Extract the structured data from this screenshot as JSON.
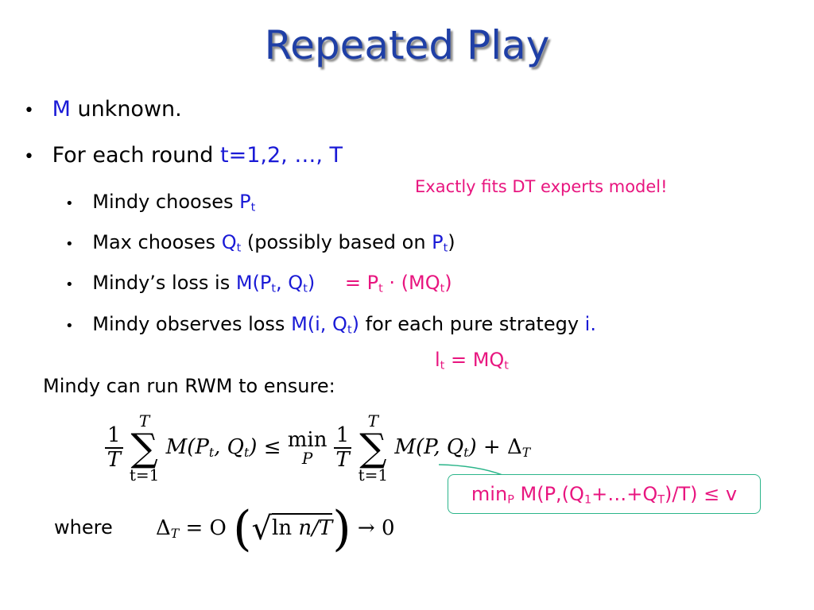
{
  "title": "Repeated Play",
  "bullets": {
    "b1": {
      "var": "M",
      "text": " unknown."
    },
    "b2": {
      "text": "For each round ",
      "expr": "t=1,2, …, T"
    },
    "sub1": {
      "text": "Mindy chooses ",
      "var": "P",
      "sub": "t"
    },
    "sub2": {
      "text": "Max chooses ",
      "var": "Q",
      "sub": "t",
      "mid": " (possibly based on  ",
      "var2": "P",
      "sub2": "t",
      "end": ")"
    },
    "sub3": {
      "text": "Mindy’s loss is ",
      "expr": "M(P",
      "sub": "t",
      "comma": ", Q",
      "sub2": "t",
      "close": ")",
      "eq": "=  P",
      "eqsub": "t",
      "dot": " · (MQ",
      "eqsub2": "t",
      "eqclose": ")"
    },
    "sub4": {
      "text": "Mindy observes loss ",
      "expr": "M(i, Q",
      "sub": "t",
      "close": ")",
      "mid": " for each pure strategy ",
      "i": "i",
      "period": "."
    }
  },
  "annotation": "Exactly fits DT experts model!",
  "lt_eq": {
    "l": "l",
    "sub": "t",
    "rest": " =  MQ",
    "sub2": "t"
  },
  "rwm_line": "Mindy can  run RWM to ensure:",
  "where": "where",
  "box": {
    "min": "min",
    "minsub": "P",
    "body": " M(P,(Q",
    "s1": "1",
    "mid": "+…+Q",
    "s2": "T",
    "tail": ")/T) ",
    "le": "≤",
    "v": " v"
  },
  "formula1": {
    "one": "1",
    "T": "T",
    "sum_top": "T",
    "sum_bot": "t=1",
    "term1": "M(P",
    "sub1": "t",
    "term1b": ", Q",
    "sub1b": "t",
    "term1c": ")",
    "le": "≤",
    "min": "min",
    "min_sub": "P",
    "term2": "M(P, Q",
    "sub2": "t",
    "term2c": ")",
    "plus": "+ Δ",
    "delta_sub": "T"
  },
  "formula2": {
    "delta": "Δ",
    "sub": "T",
    "eq": " = O",
    "ln": "ln",
    "arg": " n/T",
    "arrow": "→ 0"
  },
  "colors": {
    "title": "#1f3fa6",
    "blue": "#1a1ad6",
    "pink": "#e8157f",
    "box_border": "#2bb58a"
  }
}
